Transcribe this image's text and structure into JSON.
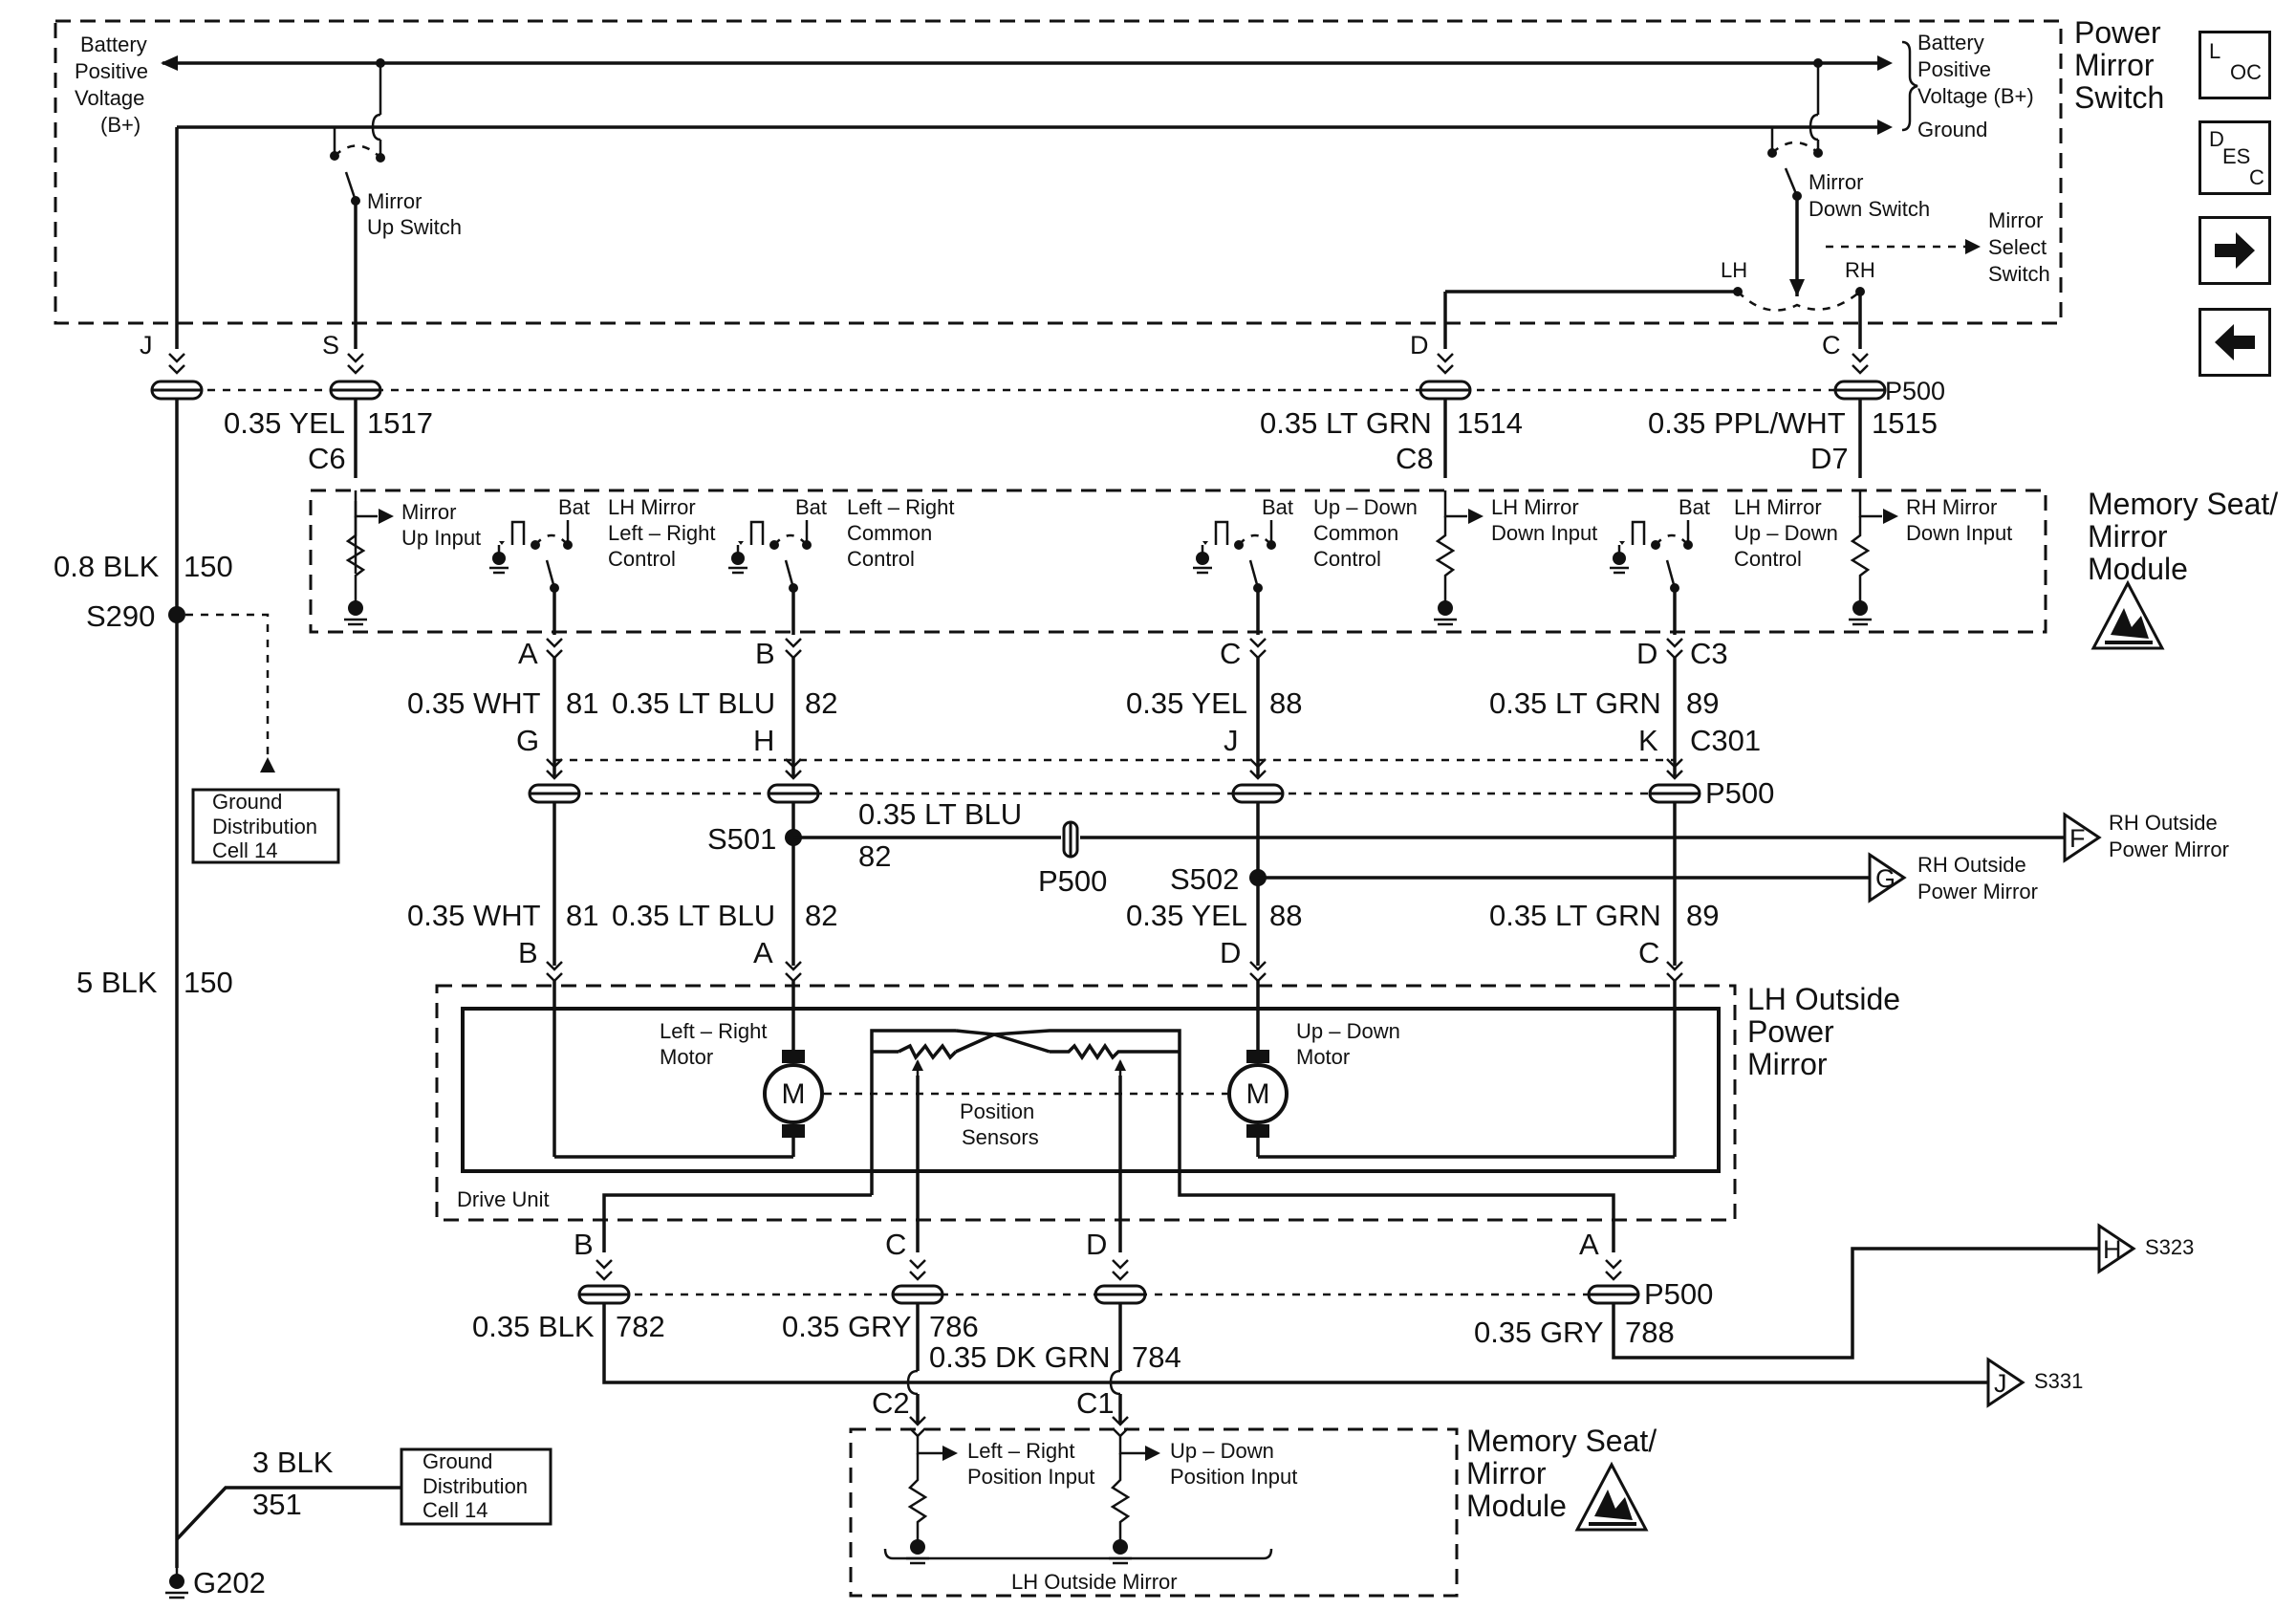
{
  "nav": {
    "loc": {
      "top": "L",
      "bottom": "OC"
    },
    "desc": {
      "top": "D",
      "mid": "ES",
      "bottom": "C"
    },
    "next_icon": "right-arrow-icon",
    "prev_icon": "left-arrow-icon"
  },
  "components": {
    "power_mirror_switch": [
      "Power",
      "Mirror",
      "Switch"
    ],
    "memory_module_top": [
      "Memory Seat/",
      "Mirror",
      "Module"
    ],
    "lh_outside_power_mirror": [
      "LH Outside",
      "Power",
      "Mirror"
    ],
    "memory_module_bottom": [
      "Memory Seat/",
      "Mirror",
      "Module"
    ],
    "drive_unit": "Drive Unit",
    "lh_outside_mirror": "LH Outside Mirror",
    "ground_distribution": [
      "Ground",
      "Distribution",
      "Cell 14"
    ],
    "esd_icon": "esd-warning-icon"
  },
  "switch_labels": {
    "battery_left": [
      "Battery",
      "Positive",
      "Voltage",
      "(B+)"
    ],
    "battery_right": [
      "Battery",
      "Positive",
      "Voltage (B+)"
    ],
    "ground": "Ground",
    "mirror_up": [
      "Mirror",
      "Up Switch"
    ],
    "mirror_down": [
      "Mirror",
      "Down Switch"
    ],
    "mirror_select": [
      "Mirror",
      "Select",
      "Switch"
    ],
    "lh": "LH",
    "rh": "RH"
  },
  "module_labels": {
    "mirror_up_input": [
      "Mirror",
      "Up Input"
    ],
    "lh_left_right": [
      "LH Mirror",
      "Left – Right",
      "Control"
    ],
    "left_right_common": [
      "Left – Right",
      "Common",
      "Control"
    ],
    "up_down_common": [
      "Up – Down",
      "Common",
      "Control"
    ],
    "lh_mirror_down": [
      "LH Mirror",
      "Down Input"
    ],
    "lh_up_down": [
      "LH Mirror",
      "Up – Down",
      "Control"
    ],
    "rh_mirror_down": [
      "RH Mirror",
      "Down Input"
    ],
    "bat": "Bat"
  },
  "mirror_labels": {
    "left_right_motor": [
      "Left – Right",
      "Motor"
    ],
    "up_down_motor": [
      "Up – Down",
      "Motor"
    ],
    "position_sensors": [
      "Position",
      "Sensors"
    ],
    "motor": "M",
    "lr_position_input": [
      "Left – Right",
      "Position Input"
    ],
    "ud_position_input": [
      "Up – Down",
      "Position Input"
    ]
  },
  "pins": {
    "J": "J",
    "S": "S",
    "D": "D",
    "C": "C",
    "C6": "C6",
    "C8": "C8",
    "D7": "D7",
    "A": "A",
    "B": "B",
    "C3": "C3",
    "G": "G",
    "H": "H",
    "K": "K",
    "C301": "C301",
    "C2": "C2",
    "C1": "C1"
  },
  "connectors": {
    "p500": "P500"
  },
  "wires": {
    "yel_1517": {
      "gauge": "0.35 YEL",
      "circuit": "1517"
    },
    "ltgrn_1514": {
      "gauge": "0.35 LT GRN",
      "circuit": "1514"
    },
    "pplwht_1515": {
      "gauge": "0.35 PPL/WHT",
      "circuit": "1515"
    },
    "blk_150a": {
      "gauge": "0.8 BLK",
      "circuit": "150"
    },
    "blk_150b": {
      "gauge": "5 BLK",
      "circuit": "150"
    },
    "blk_351": {
      "gauge": "3 BLK",
      "circuit": "351"
    },
    "wht_81": {
      "gauge": "0.35 WHT",
      "circuit": "81"
    },
    "ltblu_82": {
      "gauge": "0.35 LT BLU",
      "circuit": "82"
    },
    "yel_88": {
      "gauge": "0.35 YEL",
      "circuit": "88"
    },
    "ltgrn_89": {
      "gauge": "0.35 LT GRN",
      "circuit": "89"
    },
    "blk_782": {
      "gauge": "0.35 BLK",
      "circuit": "782"
    },
    "gry_786": {
      "gauge": "0.35 GRY",
      "circuit": "786"
    },
    "dkgrn_784": {
      "gauge": "0.35 DK GRN",
      "circuit": "784"
    },
    "gry_788": {
      "gauge": "0.35 GRY",
      "circuit": "788"
    }
  },
  "splices": {
    "s290": "S290",
    "s501": "S501",
    "s502": "S502"
  },
  "ground_point": "G202",
  "offpage": {
    "F": {
      "letter": "F",
      "label": [
        "RH Outside",
        "Power Mirror"
      ]
    },
    "G": {
      "letter": "G",
      "label": [
        "RH Outside",
        "Power Mirror"
      ]
    },
    "H": {
      "letter": "H",
      "label": "S323"
    },
    "J": {
      "letter": "J",
      "label": "S331"
    }
  }
}
